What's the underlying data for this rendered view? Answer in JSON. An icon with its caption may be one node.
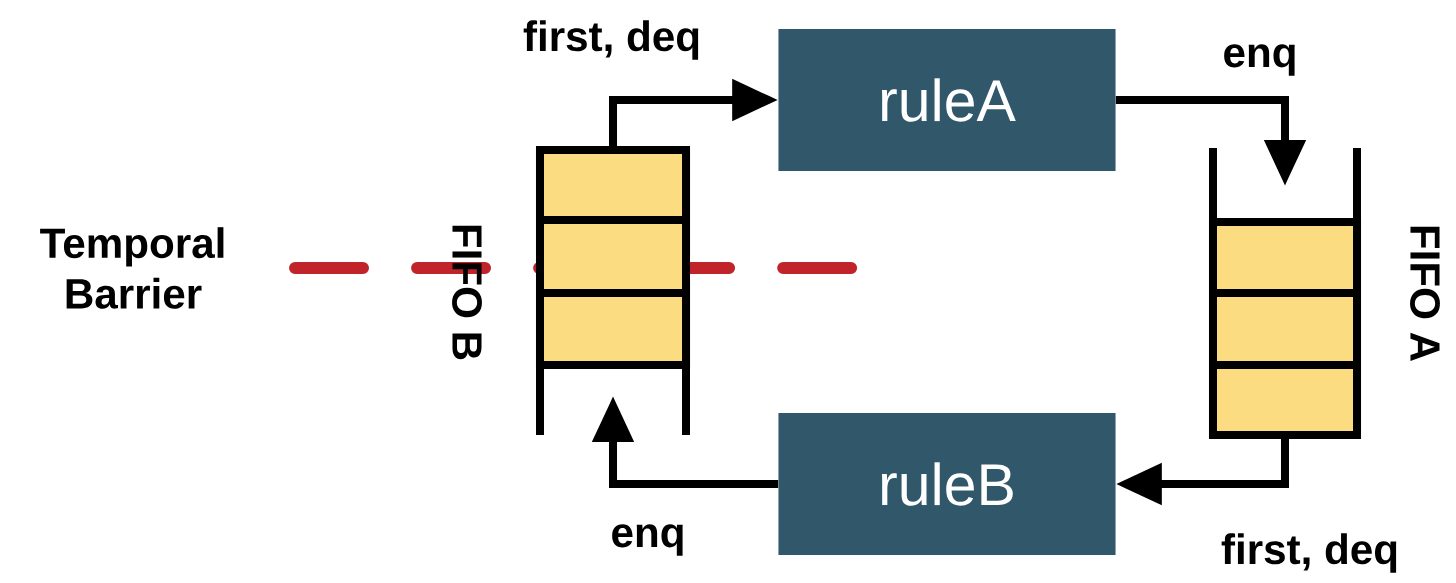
{
  "diagram": {
    "nodes": [
      {
        "text": [
          "ruleA"
        ]
      },
      {
        "text": [
          "ruleB"
        ]
      },
      {
        "text": [
          "FIFO B"
        ]
      },
      {
        "text": [
          "FIFO A"
        ]
      }
    ],
    "edges": [
      {
        "from": 2,
        "to": 0,
        "arrow": "to",
        "label": "first, deq"
      },
      {
        "from": 0,
        "to": 3,
        "arrow": "to",
        "label": "enq"
      },
      {
        "from": 3,
        "to": 1,
        "arrow": "to",
        "label": "first, deq"
      },
      {
        "from": 1,
        "to": 2,
        "arrow": "to",
        "label": "enq"
      }
    ],
    "labels": [
      "Temporal Barrier"
    ]
  }
}
